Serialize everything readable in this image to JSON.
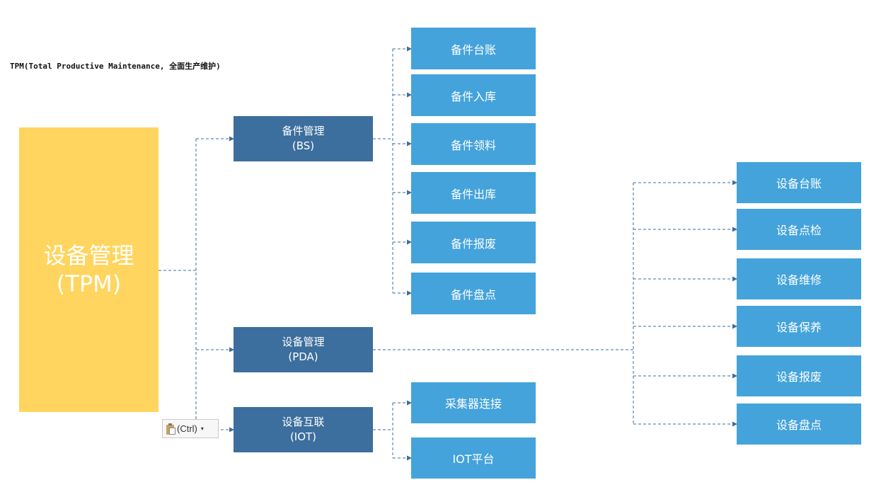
{
  "caption": "TPM(Total Productive Maintenance, 全面生产维护)",
  "root": {
    "line1": "设备管理",
    "line2": "(TPM)"
  },
  "modules": [
    {
      "name": "备件管理",
      "code": "(BS)"
    },
    {
      "name": "设备管理",
      "code": "(PDA)"
    },
    {
      "name": "设备互联",
      "code": "(IOT)"
    }
  ],
  "bs_items": [
    "备件台账",
    "备件入库",
    "备件领料",
    "备件出库",
    "备件报废",
    "备件盘点"
  ],
  "pda_items": [
    "设备台账",
    "设备点检",
    "设备维修",
    "设备保养",
    "设备报废",
    "设备盘点"
  ],
  "iot_items": [
    "采集器连接",
    "IOT平台"
  ],
  "paste_popup": {
    "label": "(Ctrl)",
    "icon": "clipboard-icon",
    "arrow": "▾"
  },
  "colors": {
    "root": "#ffd55f",
    "module": "#3c6e9e",
    "leaf": "#44a3da",
    "connector": "#3c6e9e"
  }
}
